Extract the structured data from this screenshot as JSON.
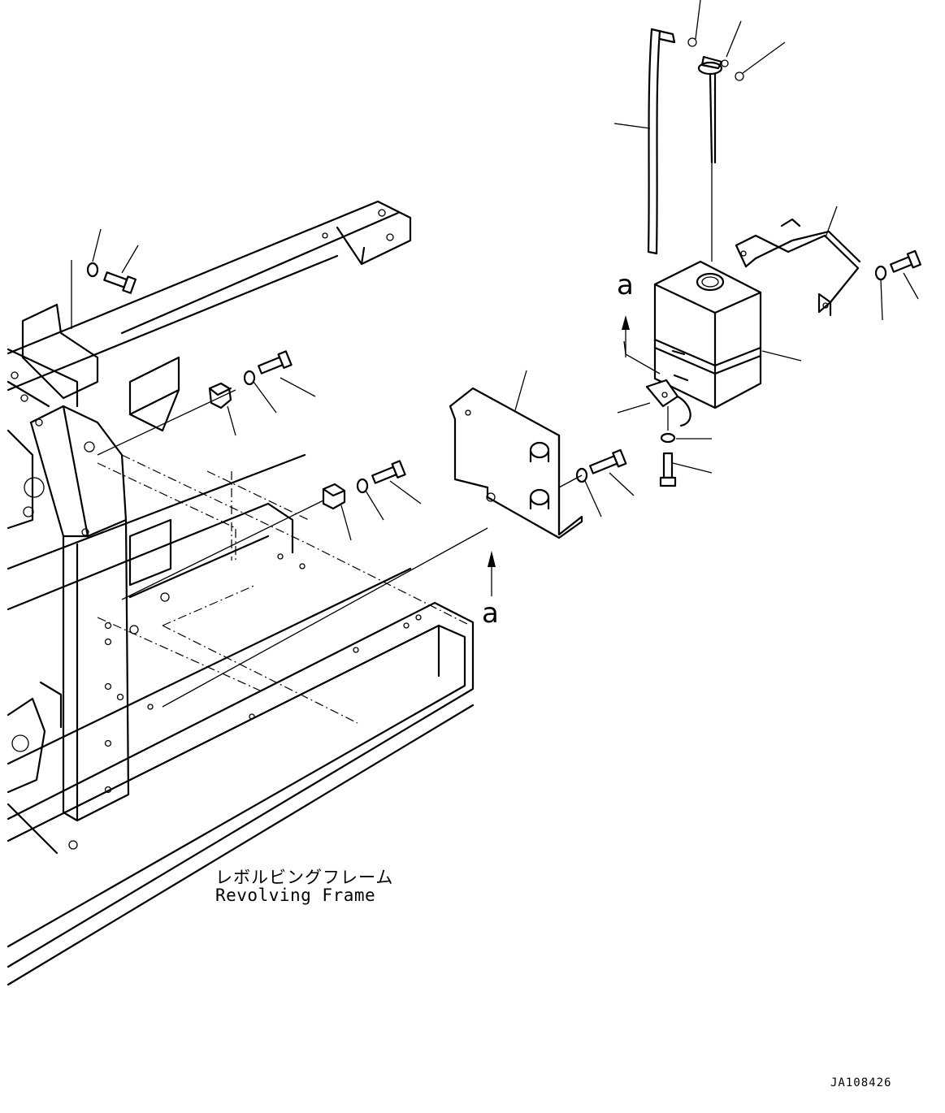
{
  "labels": {
    "frame_jp": "レボルビングフレーム",
    "frame_en": "Revolving Frame",
    "view_marker": "a",
    "drawing_number": "JA108426"
  }
}
